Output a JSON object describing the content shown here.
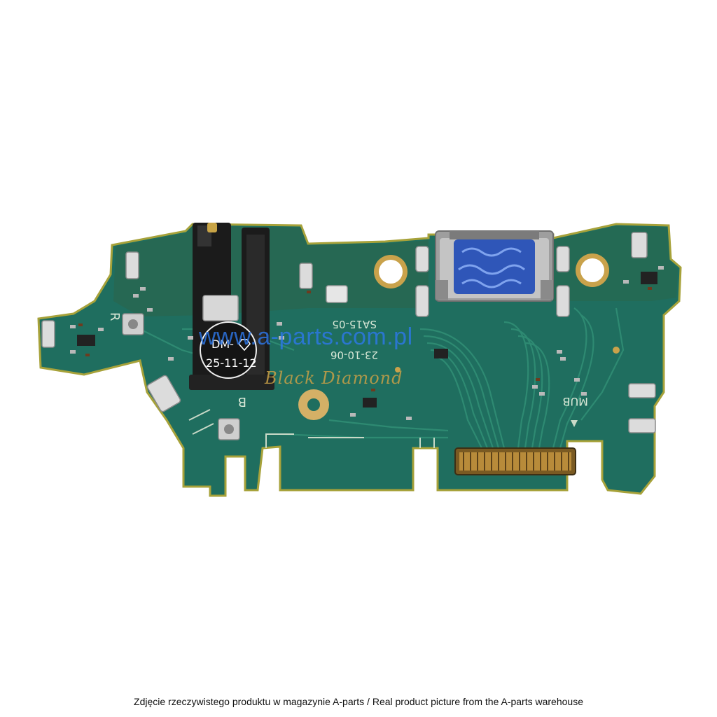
{
  "photo": {
    "subject": "charging-port-flex-board",
    "board_color": "#1f6e5f",
    "edge_color": "#a7a23a"
  },
  "silkscreen": {
    "left_letter": "R",
    "antenna_letter": "B",
    "board_code": "SA15-05",
    "date_code": "23-10-06",
    "side_marker": "MUB"
  },
  "sticker": {
    "line1": "DM-",
    "line2": "25-11-12"
  },
  "watermark": {
    "site": "www.a-parts.com.pl",
    "brand": "Black Diamond"
  },
  "caption": {
    "text": "Zdjęcie rzeczywistego produktu w magazynie A-parts / Real product picture from the A-parts warehouse"
  }
}
